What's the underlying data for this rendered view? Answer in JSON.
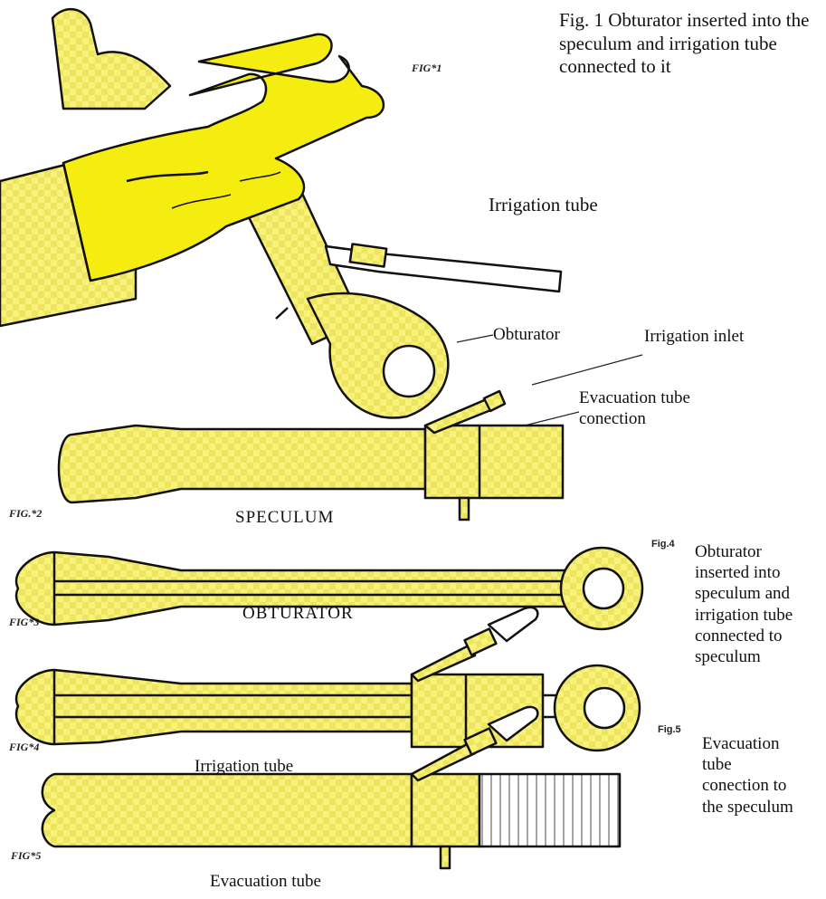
{
  "title": "Fig. 1 Obturator inserted into the speculum and irrigation tube connected to it",
  "fig_labels": {
    "fig1": "FIG*1",
    "fig2": "FIG.*2",
    "fig3": "FIG*3",
    "fig4": "FIG*4",
    "fig5": "FIG*5",
    "fig4_side": "Fig.4",
    "fig5_side": "Fig.5"
  },
  "labels": {
    "irrigation_tube_top": "Irrigation tube",
    "obturator": "Obturator",
    "irrigation_inlet": "Irrigation inlet",
    "evacuation_tube_connection": "Evacuation tube\nconection",
    "speculum": "SPECULUM",
    "obturator_caps": "OBTURATOR",
    "fig4_desc": "Obturator\ninserted into\nspeculum and\nirrigation tube\nconnected to\nspeculum",
    "irrigation_tube_bottom": "Irrigation tube",
    "fig5_desc": "Evacuation\ntube\nconection to\nthe speculum",
    "evacuation_tube": "Evacuation tube"
  },
  "colors": {
    "fill": "#f8f27a",
    "fill_check": "#ece45e",
    "glove": "#f5ec10",
    "stroke": "#111111",
    "tube": "#ffffff"
  }
}
